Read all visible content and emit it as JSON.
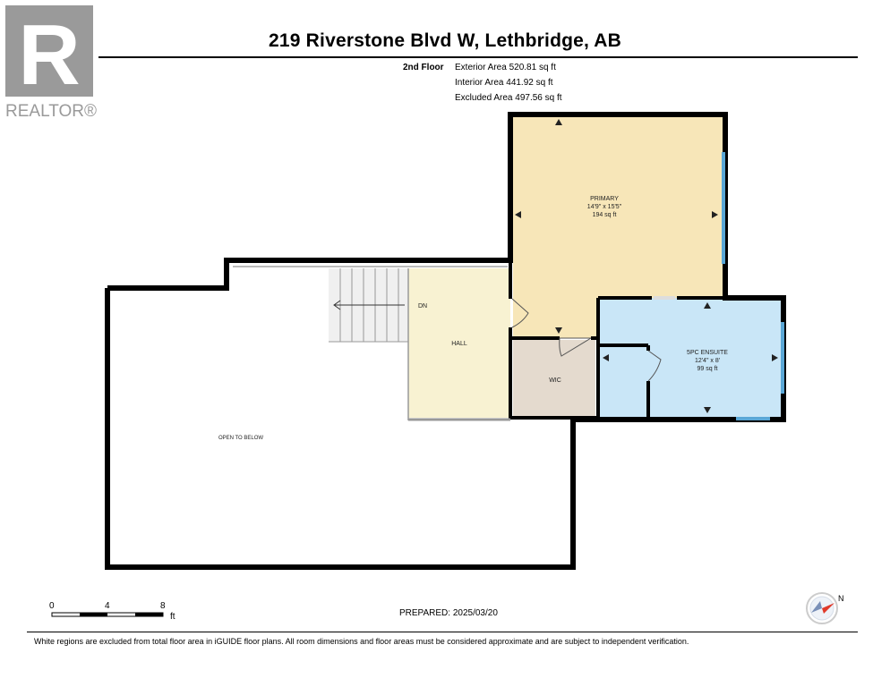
{
  "brand": {
    "name": "REALTOR®",
    "color": "#9a9a9a"
  },
  "header": {
    "title": "219 Riverstone Blvd W, Lethbridge, AB",
    "floor": "2nd Floor",
    "areas": [
      "Exterior Area 520.81 sq ft",
      "Interior Area 441.92 sq ft",
      "Excluded Area 497.56 sq ft"
    ]
  },
  "rooms": {
    "primary": {
      "name": "PRIMARY",
      "dims": "14'9\" x 15'5\"",
      "area": "194 sq ft",
      "color": "#f7e6b8"
    },
    "ensuite": {
      "name": "5PC ENSUITE",
      "dims": "12'4\" x 8'",
      "area": "99 sq ft",
      "color": "#c9e6f7"
    },
    "hall": {
      "name": "HALL",
      "color": "#f8f2d2"
    },
    "wic": {
      "name": "WIC",
      "color": "#e4dace"
    },
    "stairs": {
      "label": "DN"
    },
    "open": {
      "name": "OPEN TO BELOW"
    }
  },
  "scale": {
    "ticks": [
      "0",
      "4",
      "8"
    ],
    "unit": "ft"
  },
  "prepared": "PREPARED:  2025/03/20",
  "compass_label": "N",
  "disclaimer": "White regions are excluded from total floor area in iGUIDE floor plans. All room dimensions and floor areas must be considered approximate and are subject to independent verification."
}
